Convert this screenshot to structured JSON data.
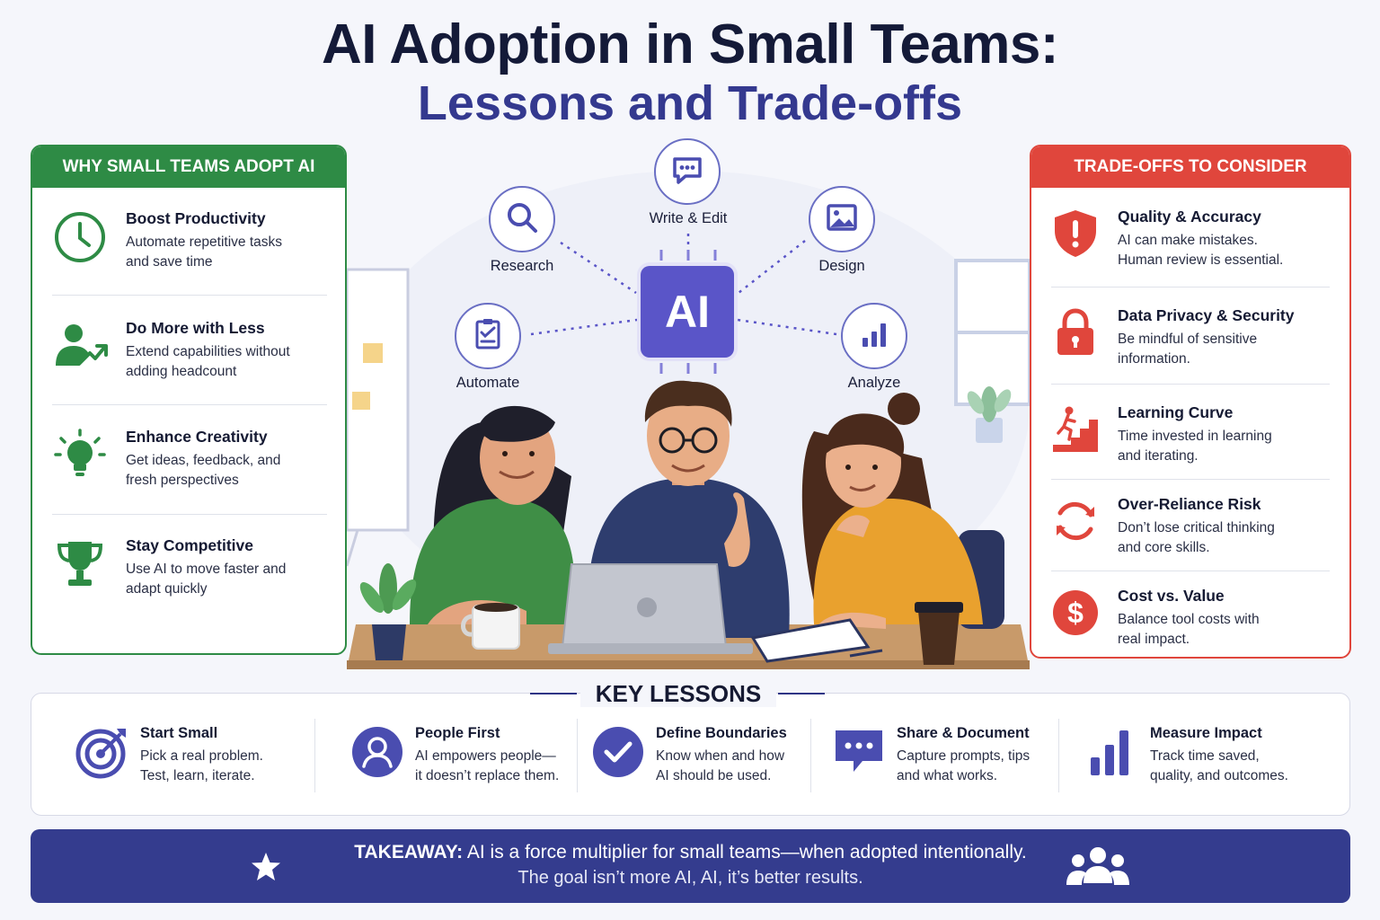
{
  "header": {
    "title": "AI Adoption in Small Teams:",
    "subtitle": "Lessons and Trade-offs"
  },
  "why": {
    "heading": "WHY SMALL TEAMS ADOPT AI",
    "items": [
      {
        "icon": "clock-icon",
        "title": "Boost Productivity",
        "desc1": "Automate repetitive tasks",
        "desc2": "and save time"
      },
      {
        "icon": "person-growth-icon",
        "title": "Do More with Less",
        "desc1": "Extend capabilities without",
        "desc2": "adding headcount"
      },
      {
        "icon": "lightbulb-icon",
        "title": "Enhance Creativity",
        "desc1": "Get ideas, feedback, and",
        "desc2": "fresh perspectives"
      },
      {
        "icon": "trophy-icon",
        "title": "Stay Competitive",
        "desc1": "Use AI to move faster and",
        "desc2": "adapt quickly"
      }
    ],
    "color": "#2e8b45"
  },
  "tradeoffs": {
    "heading": "TRADE-OFFS TO CONSIDER",
    "items": [
      {
        "icon": "shield-alert-icon",
        "title": "Quality & Accuracy",
        "desc1": "AI can make mistakes.",
        "desc2": "Human review is essential."
      },
      {
        "icon": "lock-icon",
        "title": "Data Privacy & Security",
        "desc1": "Be mindful of sensitive",
        "desc2": "information."
      },
      {
        "icon": "stairs-climber-icon",
        "title": "Learning Curve",
        "desc1": "Time invested in learning",
        "desc2": "and iterating."
      },
      {
        "icon": "refresh-icon",
        "title": "Over-Reliance Risk",
        "desc1": "Don’t lose critical thinking",
        "desc2": "and core skills."
      },
      {
        "icon": "dollar-icon",
        "title": "Cost vs. Value",
        "desc1": "Balance tool costs with",
        "desc2": "real impact."
      }
    ],
    "color": "#e0463c"
  },
  "center": {
    "ai_label": "AI",
    "capabilities": [
      {
        "icon": "search-icon",
        "label": "Research"
      },
      {
        "icon": "chat-icon",
        "label": "Write & Edit"
      },
      {
        "icon": "image-icon",
        "label": "Design"
      },
      {
        "icon": "checklist-icon",
        "label": "Automate"
      },
      {
        "icon": "bar-chart-icon",
        "label": "Analyze"
      }
    ]
  },
  "lessons": {
    "heading": "KEY LESSONS",
    "items": [
      {
        "icon": "target-icon",
        "title": "Start Small",
        "desc1": "Pick a real problem.",
        "desc2": "Test, learn, iterate."
      },
      {
        "icon": "user-icon",
        "title": "People First",
        "desc1": "AI empowers people—",
        "desc2": "it doesn’t replace them."
      },
      {
        "icon": "check-circle-icon",
        "title": "Define Boundaries",
        "desc1": "Know when and how",
        "desc2": "AI should be used."
      },
      {
        "icon": "message-dots-icon",
        "title": "Share & Document",
        "desc1": "Capture prompts, tips",
        "desc2": "and what works."
      },
      {
        "icon": "bar-chart-icon",
        "title": "Measure Impact",
        "desc1": "Track time saved,",
        "desc2": "quality, and outcomes."
      }
    ],
    "color": "#4a4db0"
  },
  "takeaway": {
    "label": "TAKEAWAY:",
    "line1": "AI is a force multiplier for small teams—when adopted intentionally.",
    "line2": "The goal isn’t more AI, AI, it’s better results."
  }
}
